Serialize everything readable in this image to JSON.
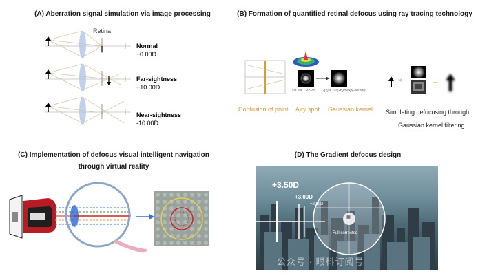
{
  "panelA": {
    "title": "(A) Aberration signal simulation via image processing",
    "retina_label": "Retina",
    "rows": [
      {
        "name": "Normal",
        "value": "±0.00D"
      },
      {
        "name": "Far-sightness",
        "value": "+10.00D"
      },
      {
        "name": "Near-sightness",
        "value": "-10.00D"
      }
    ]
  },
  "panelB": {
    "title": "(B) Formation of quantified retinal defocus using ray tracing technology",
    "labels": [
      "Confusion of point",
      "Airy spot",
      "Gaussian kernel"
    ],
    "caption_line1": "Simulating defocusing through",
    "caption_line2": "Gaussian kernel filtering",
    "formula_left": "sin θ = 1.22λ/d",
    "formula_right": "G(x) = 1/√(2π)σ exp(−x²/2σ²)",
    "op_times": "×",
    "op_equals": "="
  },
  "panelC": {
    "title_line1": "(C) Implementation of defocus visual intelligent navigation",
    "title_line2": "through virtual reality"
  },
  "panelD": {
    "title": "(D) The Gradient defocus design",
    "labels": {
      "big": "+3.50D",
      "mid": "+3.00D",
      "small": "+2.50D",
      "center": "=",
      "full": "Full corrected"
    }
  },
  "watermark": "公众号 · 眼科订阅号",
  "colors": {
    "lens": "#b9c8e6",
    "ray": "#d9c7a8",
    "orange": "#d79a3c",
    "yellow_ring": "#e2d64a",
    "red": "#c4262e"
  }
}
